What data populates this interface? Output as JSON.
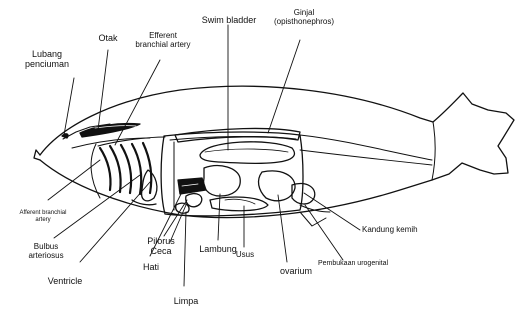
{
  "labels": {
    "lubang": "Lubang\npenciuman",
    "otak": "Otak",
    "efferent_artery": "Efferent\nbranchial artery",
    "swim_bladder": "Swim bladder",
    "ginjal": "Ginjal\n(opisthonephros)",
    "afferent_artery": "Afferent branchial\nartery",
    "bulbus": "Bulbus\narteriosus",
    "ventricle": "Ventricle",
    "pilorus": "Pilorus\nCeca",
    "hati": "Hati",
    "limpa": "Limpa",
    "lambung": "Lambung",
    "usus": "Usus",
    "ovarium": "ovarium",
    "kandung_kemih": "Kandung kemih",
    "pembukaan": "Pembukaan urogenital"
  },
  "colors": {
    "ink": "#111111",
    "background": "#ffffff"
  }
}
